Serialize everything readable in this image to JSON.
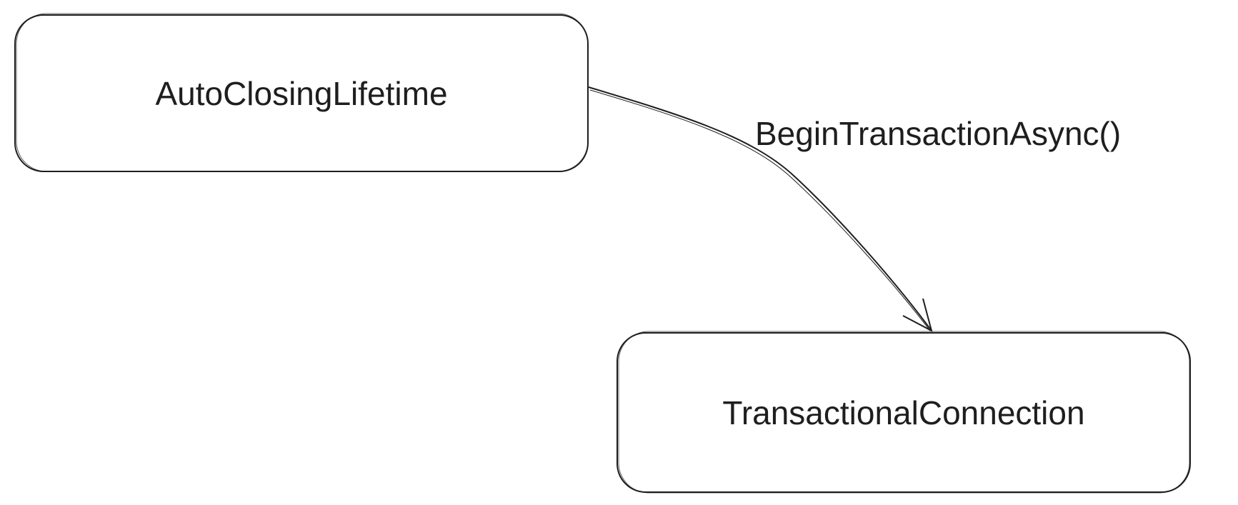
{
  "nodes": [
    {
      "label": "AutoClosingLifetime"
    },
    {
      "label": "TransactionalConnection"
    }
  ],
  "edges": [
    {
      "from": "AutoClosingLifetime",
      "to": "TransactionalConnection",
      "label": "BeginTransactionAsync()"
    }
  ],
  "colors": {
    "stroke": "#1e1e1e",
    "background": "#ffffff"
  }
}
